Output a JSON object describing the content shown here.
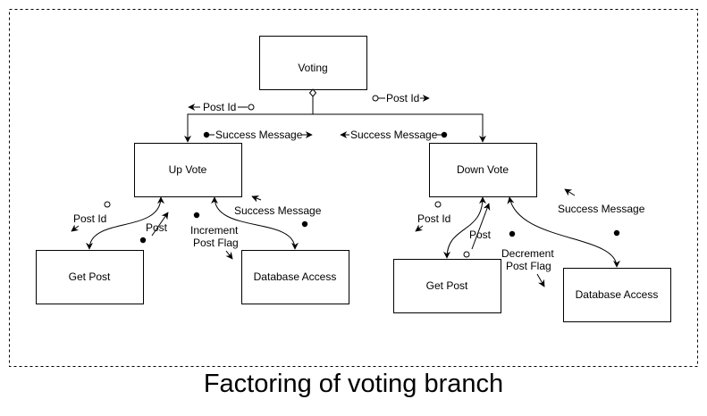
{
  "caption": "Factoring of voting branch",
  "boxes": {
    "voting": "Voting",
    "up_vote": "Up Vote",
    "down_vote": "Down Vote",
    "up_get_post": "Get Post",
    "up_database": "Database Access",
    "down_get_post": "Get Post",
    "down_database": "Database Access"
  },
  "flows": {
    "voting_post_id_left": "Post Id",
    "voting_post_id_right": "Post Id",
    "success_message_left": "Success Message",
    "success_message_right": "Success Message",
    "up_post_id": "Post Id",
    "up_post": "Post",
    "up_increment_line1": "Increment",
    "up_increment_line2": "Post Flag",
    "up_success_message": "Success Message",
    "down_post_id": "Post Id",
    "down_post": "Post",
    "down_decrement_line1": "Decrement",
    "down_decrement_line2": "Post Flag",
    "down_success_message": "Success Message"
  }
}
